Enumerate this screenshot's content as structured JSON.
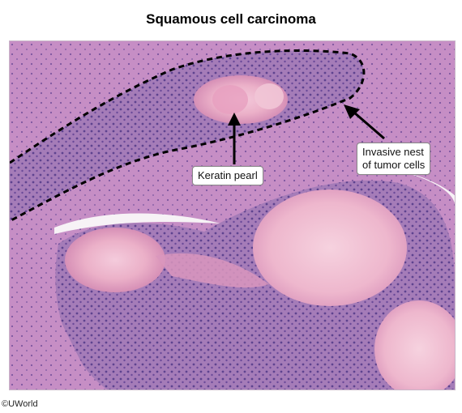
{
  "title": "Squamous cell carcinoma",
  "annotations": {
    "keratin_pearl": "Keratin pearl",
    "invasive_nest_line1": "Invasive nest",
    "invasive_nest_line2": "of tumor cells"
  },
  "copyright": "©UWorld",
  "colors": {
    "stroma": "#c48bc4",
    "epithelium": "#a27ab6",
    "keratin": "#eab0c9",
    "keratin_core": "#f2c6d8",
    "nuclei": "#5b3f8f",
    "outline": "#000000"
  }
}
